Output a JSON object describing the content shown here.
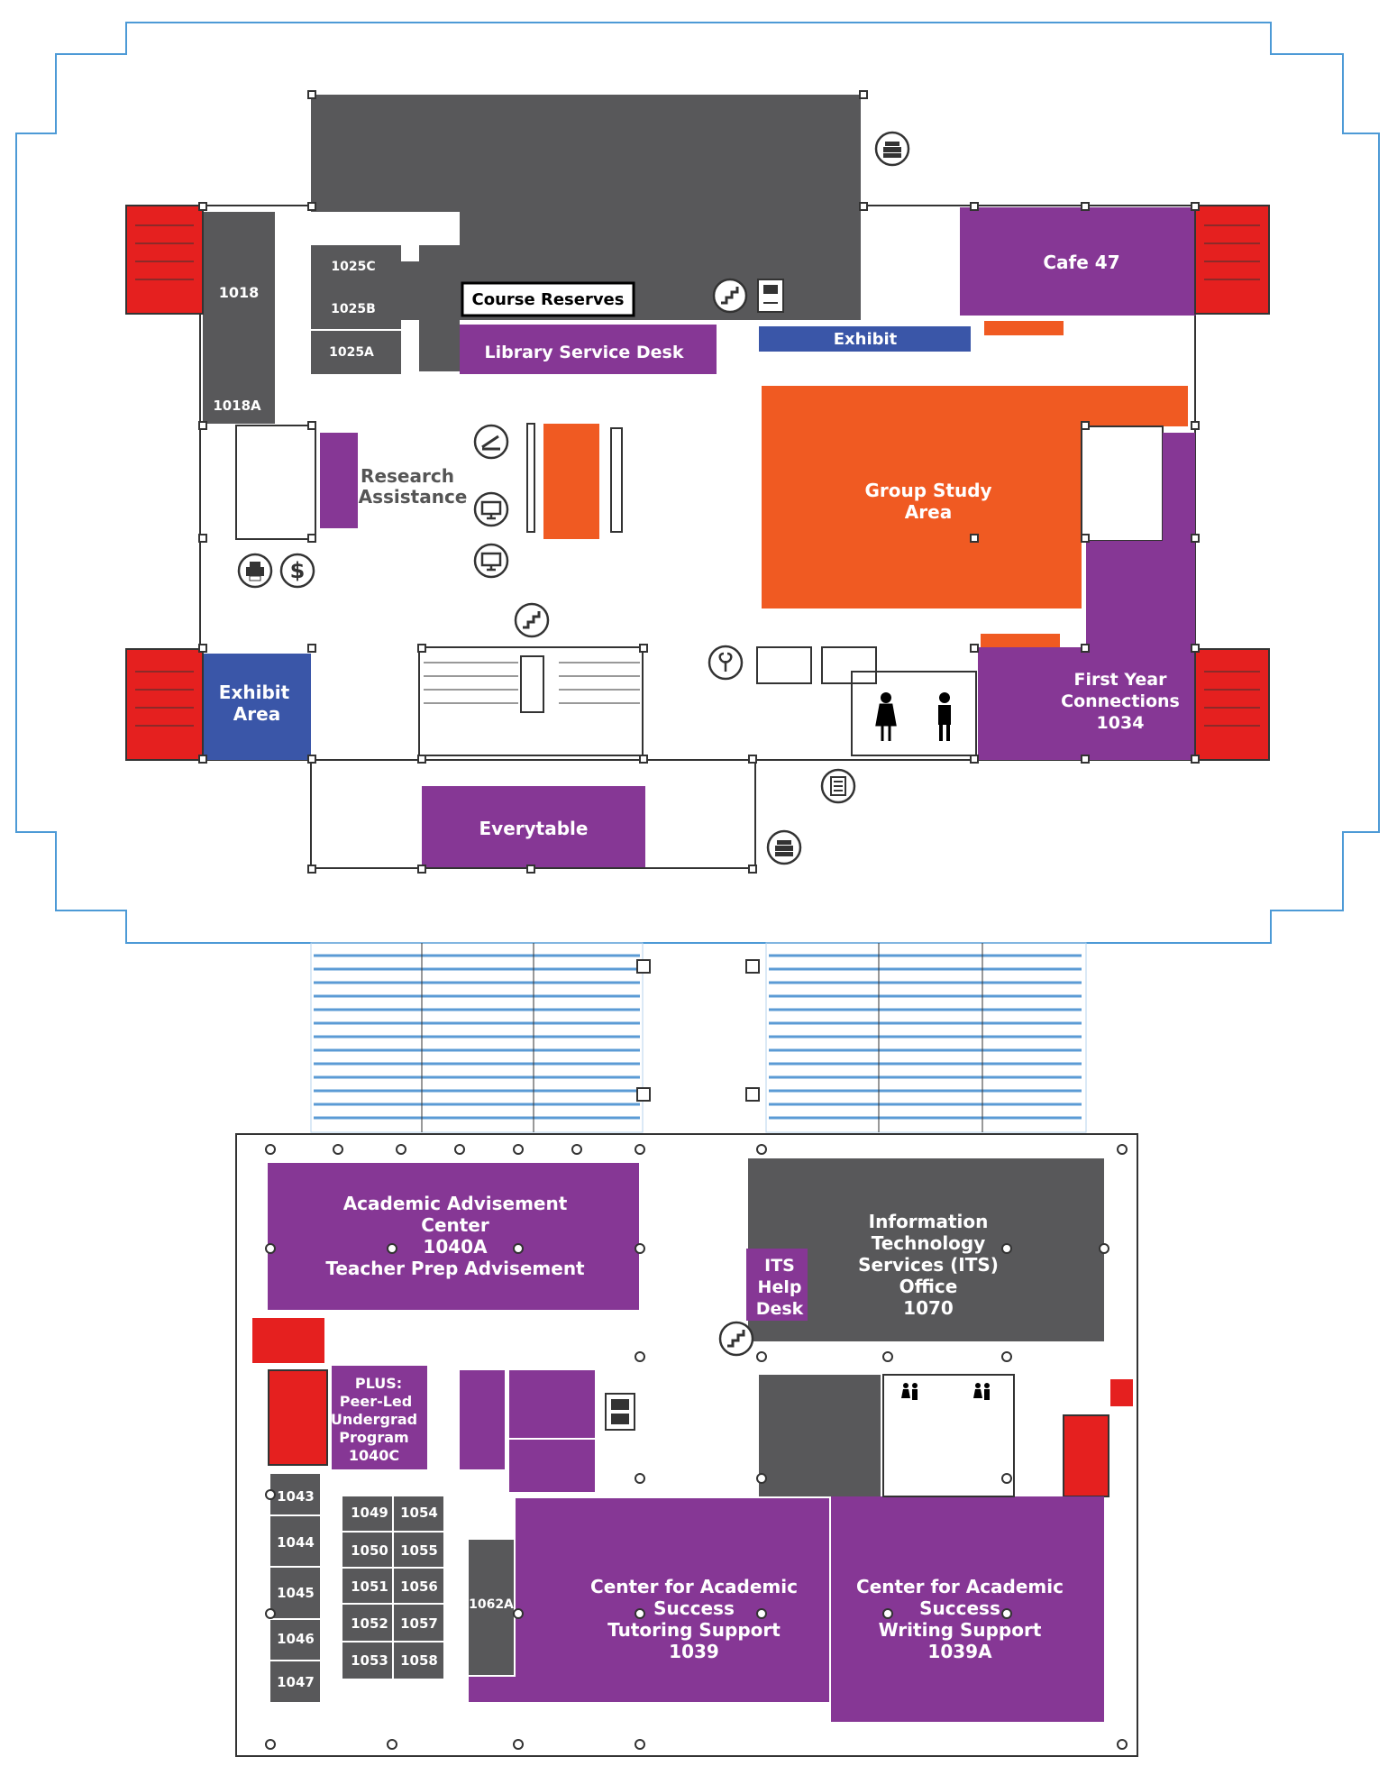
{
  "colors": {
    "purple": "#863795",
    "gray": "#58585a",
    "orange": "#f05a22",
    "blue": "#3a56a8",
    "red": "#e5201f",
    "outline": "#4d9ad6"
  },
  "upper_floor": {
    "rooms": {
      "r1018": "1018",
      "r1018a": "1018A",
      "r1025c": "1025C",
      "r1025b": "1025B",
      "r1025a": "1025A",
      "course_reserves": "Course Reserves",
      "library_service_desk": "Library Service Desk",
      "exhibit": "Exhibit",
      "cafe": "Cafe 47",
      "research_line1": "Research",
      "research_line2": "Assistance",
      "group_line1": "Group Study",
      "group_line2": "Area",
      "exhibit_area_line1": "Exhibit",
      "exhibit_area_line2": "Area",
      "fyc_line1": "First Year",
      "fyc_line2": "Connections",
      "fyc_line3": "1034",
      "everytable": "Everytable"
    }
  },
  "lower_floor": {
    "rooms": {
      "aac_line1": "Academic Advisement",
      "aac_line2": "Center",
      "aac_line3": "1040A",
      "aac_line4": "Teacher Prep Advisement",
      "its_line1": "Information",
      "its_line2": "Technology",
      "its_line3": "Services (ITS)",
      "its_line4": "Office",
      "its_line5": "1070",
      "help_line1": "ITS",
      "help_line2": "Help",
      "help_line3": "Desk",
      "plus_line1": "PLUS:",
      "plus_line2": "Peer-Led",
      "plus_line3": "Undergrad",
      "plus_line4": "Program",
      "plus_line5": "1040C",
      "r1043": "1043",
      "r1044": "1044",
      "r1045": "1045",
      "r1046": "1046",
      "r1047": "1047",
      "r1049": "1049",
      "r1050": "1050",
      "r1051": "1051",
      "r1052": "1052",
      "r1053": "1053",
      "r1054": "1054",
      "r1055": "1055",
      "r1056": "1056",
      "r1057": "1057",
      "r1058": "1058",
      "r1062a": "1062A",
      "cas_t_line1": "Center for Academic",
      "cas_t_line2": "Success",
      "cas_t_line3": "Tutoring Support",
      "cas_t_line4": "1039",
      "cas_w_line1": "Center for Academic",
      "cas_w_line2": "Success",
      "cas_w_line3": "Writing Support",
      "cas_w_line4": "1039A"
    }
  },
  "icons": [
    "books-icon",
    "stairs-icon",
    "elevator-icon",
    "scanner-icon",
    "computer-icon",
    "printer-icon",
    "dollar-icon",
    "plant-icon",
    "women-restroom-icon",
    "men-restroom-icon",
    "calculator-icon"
  ]
}
